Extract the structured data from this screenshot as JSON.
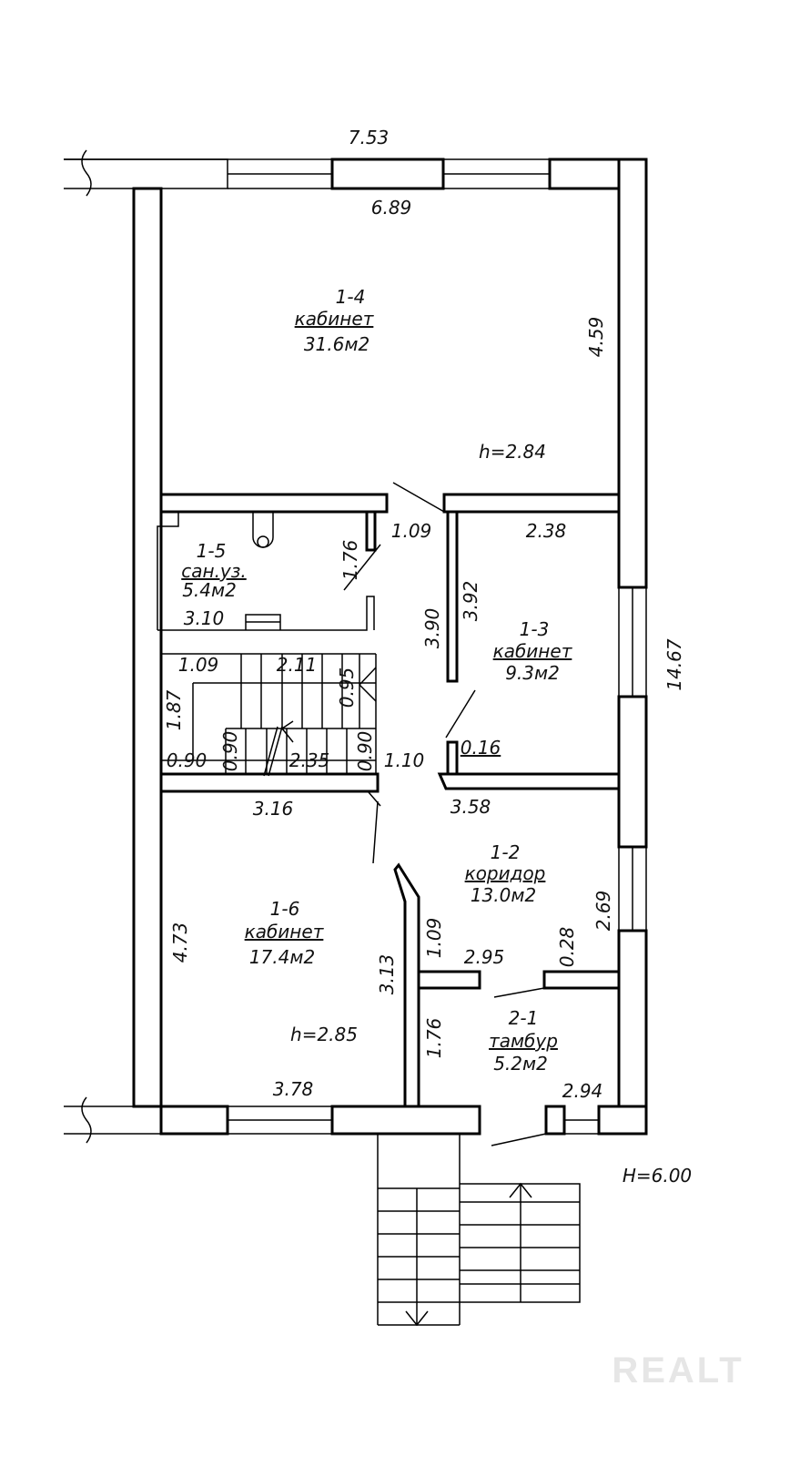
{
  "overall_dims": {
    "top_outer": "7.53",
    "top_inner": "6.89",
    "right_total": "14.67",
    "building_height": "H=6.00"
  },
  "rooms": [
    {
      "id": "1-4",
      "name": "кабинет",
      "area": "31.6м2",
      "height": "h=2.84",
      "dims": [
        "4.59"
      ]
    },
    {
      "id": "1-5",
      "name": "сан.уз.",
      "area": "5.4м2",
      "dims": [
        "3.10",
        "1.76",
        "1.09"
      ]
    },
    {
      "id": "1-3",
      "name": "кабинет",
      "area": "9.3м2",
      "dims": [
        "2.38",
        "3.92",
        "3.90",
        "0.16",
        "3.58"
      ]
    },
    {
      "id": "1-2",
      "name": "коридор",
      "area": "13.0м2",
      "dims": [
        "2.69",
        "0.28",
        "2.95",
        "1.09",
        "1.10"
      ]
    },
    {
      "id": "1-6",
      "name": "кабинет",
      "area": "17.4м2",
      "height": "h=2.85",
      "dims": [
        "4.73",
        "3.16",
        "3.78",
        "3.13"
      ]
    },
    {
      "id": "2-1",
      "name": "тамбур",
      "area": "5.2м2",
      "dims": [
        "1.76",
        "2.94"
      ]
    }
  ],
  "stair_dims": [
    "1.09",
    "2.11",
    "0.95",
    "1.87",
    "0.90",
    "0.90",
    "2.35",
    "0.90"
  ],
  "watermark": "REALT"
}
